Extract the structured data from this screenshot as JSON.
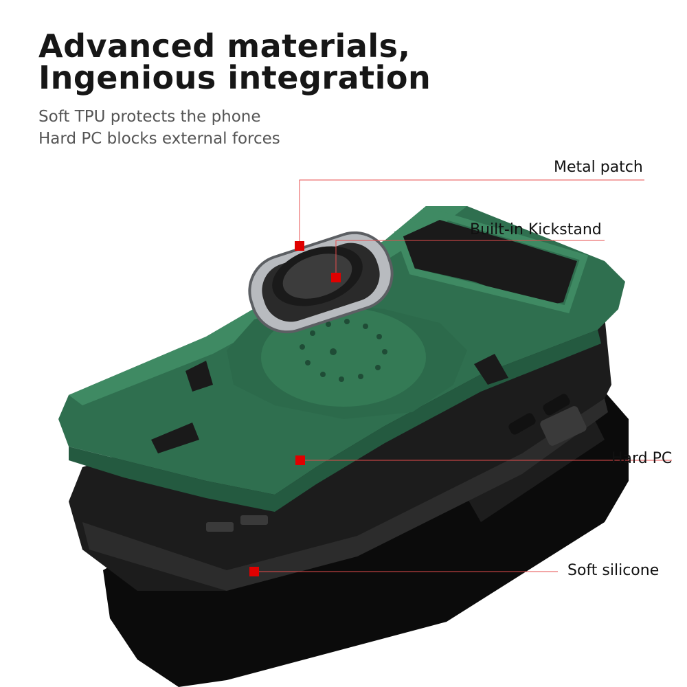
{
  "headline": {
    "line1": "Advanced materials,",
    "line2": "Ingenious integration"
  },
  "subtitle": {
    "line1": "Soft TPU protects the phone",
    "line2": "Hard PC blocks external forces"
  },
  "callouts": [
    {
      "label": "Metal patch"
    },
    {
      "label": "Built-in Kickstand"
    },
    {
      "label": "Hard PC"
    },
    {
      "label": "Soft silicone"
    }
  ],
  "colors": {
    "case_green": "#2f6f4f",
    "case_green_light": "#3f8a63",
    "bumper_black": "#1c1c1c",
    "phone_black": "#0b0b0b",
    "ring_silver": "#c9ccd0",
    "callout_red": "#e00000"
  }
}
